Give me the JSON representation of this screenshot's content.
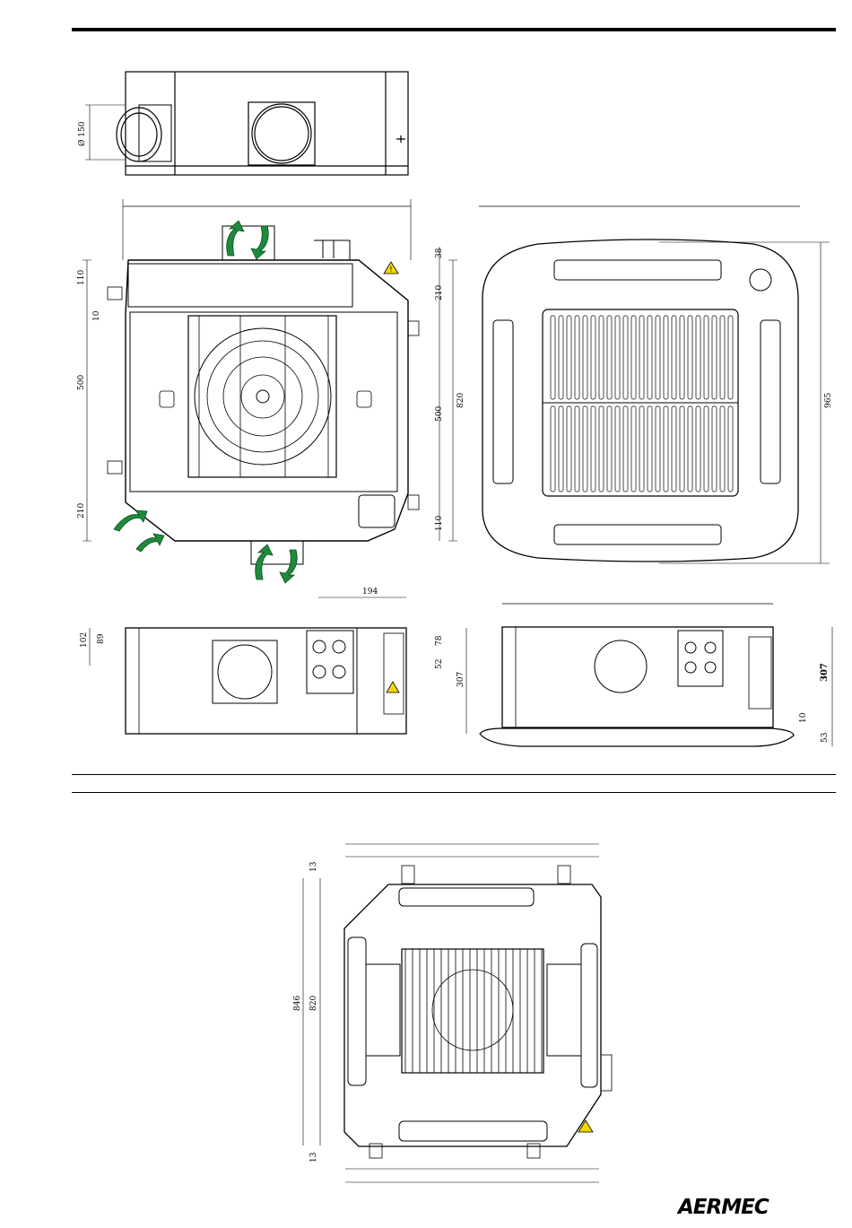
{
  "brand": {
    "logo_text": "AERMEC"
  },
  "dimensions": {
    "duct_diameter": "Ø 150",
    "top_left": {
      "d110a": "110",
      "d10": "10",
      "d500": "500",
      "d210": "210"
    },
    "top_right": {
      "d38": "38",
      "d210": "210",
      "d500": "500",
      "d820": "820",
      "d110": "110"
    },
    "panel_height": "965",
    "front": {
      "d194": "194",
      "d102": "102",
      "d89": "89",
      "d78": "78",
      "d52": "52",
      "d307": "307"
    },
    "side": {
      "d307": "307",
      "d10": "10",
      "d53": "53"
    },
    "bottom": {
      "d13a": "13",
      "d846": "846",
      "d820": "820",
      "d13b": "13"
    }
  },
  "colors": {
    "arrow": "#1f8a3c",
    "warning": "#f2d600",
    "line": "#000000"
  }
}
